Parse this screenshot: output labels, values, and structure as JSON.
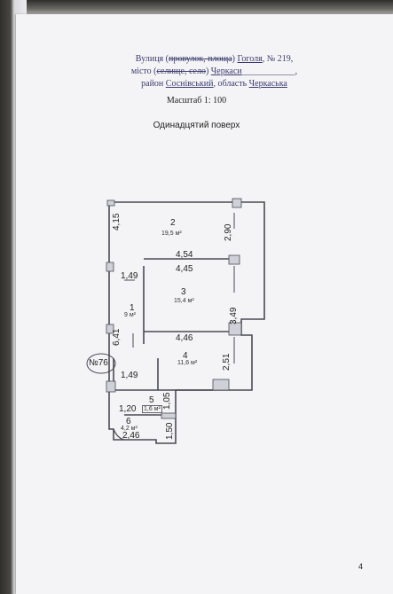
{
  "address": {
    "street_prefix": "Вулиця (",
    "street_struck": "провулок, площа",
    "street_mid": ") ",
    "street_name": "Гоголя",
    "house": ", № 219,",
    "city_prefix": "місто (",
    "city_struck": "селище, село",
    "city_mid": ") ",
    "city_name": "Черкаси",
    "city_blank": "____________,",
    "district_prefix": "район ",
    "district_name": "Соснівський",
    "region_prefix": ", область ",
    "region_name": "Черкаська"
  },
  "scale": "Масштаб 1: 100",
  "floor_title": "Одинадцятий поверх",
  "apartment_label": "№76",
  "rooms": [
    {
      "number": "2",
      "area": "19,5 м²"
    },
    {
      "number": "3",
      "area": "15,4 м²"
    },
    {
      "number": "1",
      "area": "9 м²"
    },
    {
      "number": "4",
      "area": "11,6 м²"
    },
    {
      "number": "5",
      "area": "1,6 м²"
    },
    {
      "number": "6",
      "area": "4,2 м²"
    }
  ],
  "dimensions": [
    "4,15",
    "2,90",
    "4,54",
    "4,45",
    "1,49",
    "3,49",
    "6,41",
    "4,46",
    "2,51",
    "1,49",
    "1,05",
    "1,20",
    "1,50",
    "2,46"
  ],
  "page_number": "4"
}
